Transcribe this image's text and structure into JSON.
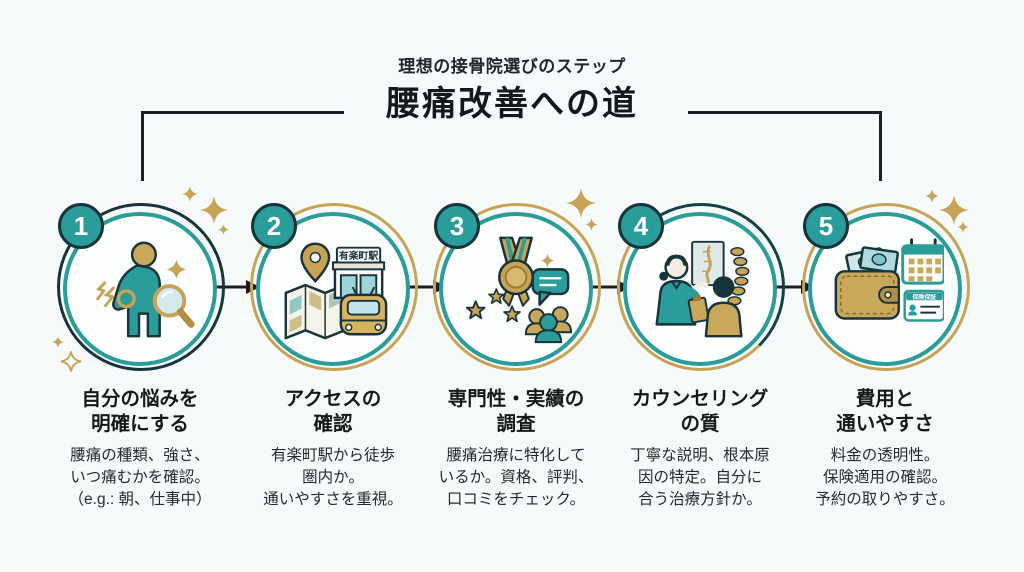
{
  "header": {
    "subtitle": "理想の接骨院選びのステップ",
    "title": "腰痛改善への道"
  },
  "colors": {
    "background": "#f7fafa",
    "teal": "#2a9c99",
    "navy": "#17343c",
    "gold": "#c6a355",
    "text": "#1a1d1f"
  },
  "steps": [
    {
      "number": "1",
      "icon": "person-backpain-icon",
      "heading": "自分の悩みを\n明確にする",
      "description": "腰痛の種類、強さ、\nいつ痛むかを確認。\n（e.g.: 朝、仕事中）"
    },
    {
      "number": "2",
      "icon": "map-access-icon",
      "station_sign": "有楽町駅",
      "heading": "アクセスの\n確認",
      "description": "有楽町駅から徒歩\n圏内か。\n通いやすさを重視。"
    },
    {
      "number": "3",
      "icon": "medal-reputation-icon",
      "heading": "専門性・実績の\n調査",
      "description": "腰痛治療に特化して\nいるか。資格、評判、\n口コミをチェック。"
    },
    {
      "number": "4",
      "icon": "counseling-icon",
      "heading": "カウンセリング\nの質",
      "description": "丁寧な説明、根本原\n因の特定。自分に\n合う治療方針か。"
    },
    {
      "number": "5",
      "icon": "wallet-calendar-icon",
      "card_label": "保険保証",
      "heading": "費用と\n通いやすさ",
      "description": "料金の透明性。\n保険適用の確認。\n予約の取りやすさ。"
    }
  ]
}
